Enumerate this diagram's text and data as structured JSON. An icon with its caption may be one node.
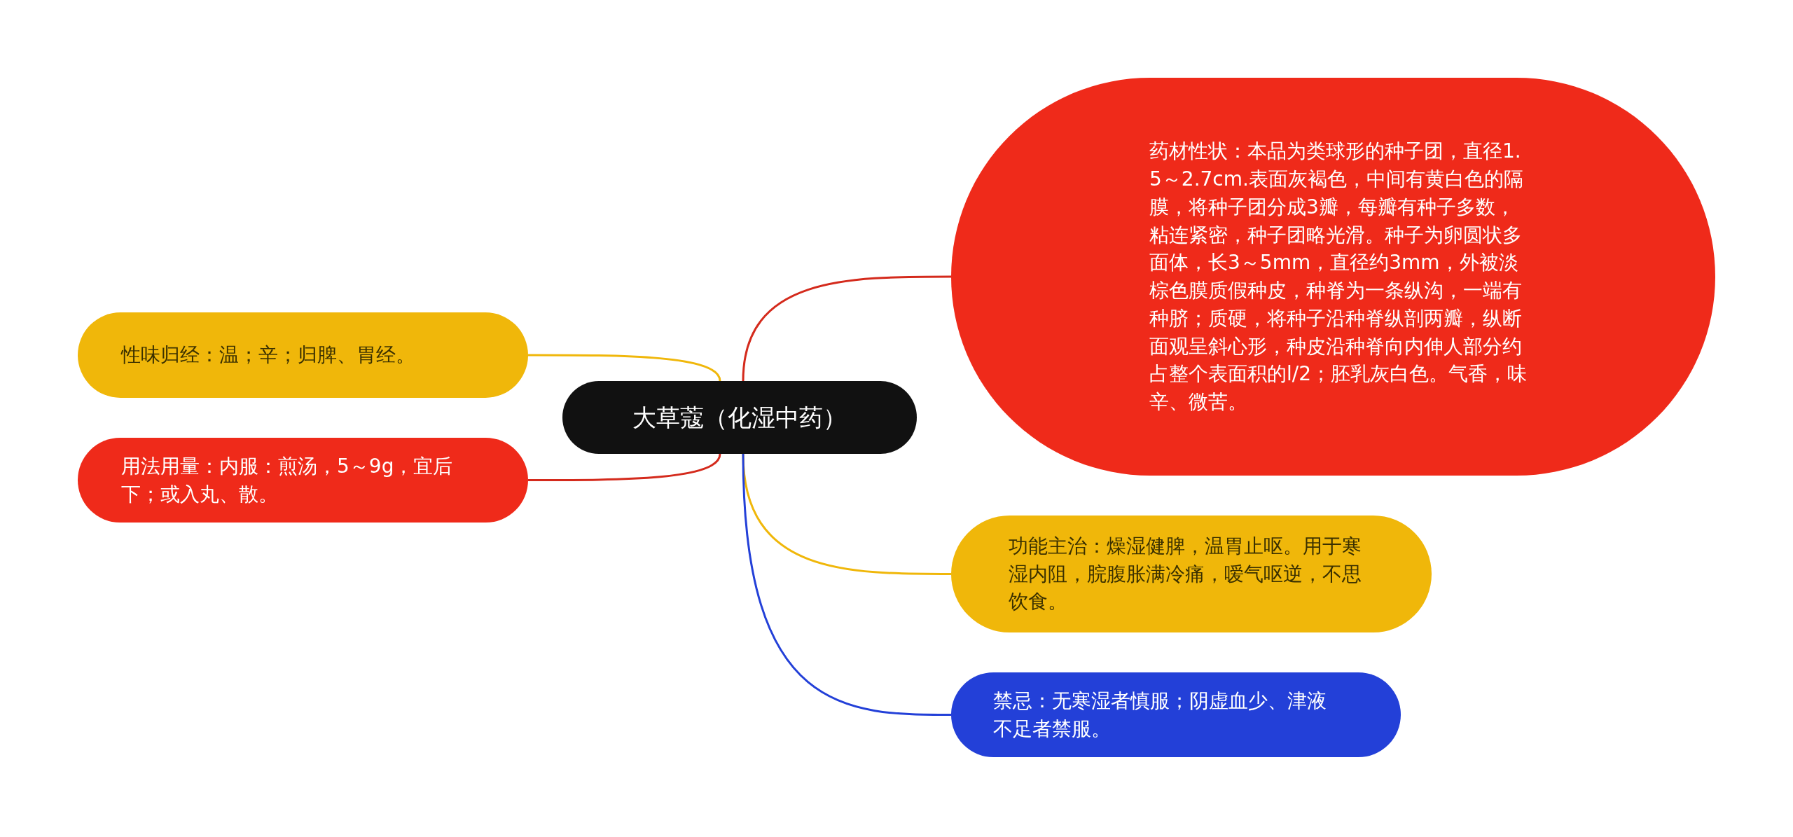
{
  "diagram": {
    "nodes": [
      {
        "text": [
          "大草蔻（化湿中药）"
        ]
      },
      {
        "text": [
          "药材性状：本品为类球形的种子团，直径1.5～2.7cm.表面灰褐色，中间有黄白色的隔膜，将种子团分成3瓣，每瓣有种子多数，粘连紧密，种子团略光滑。种子为卵圆状多面体，长3～5mm，直径约3mm，外被淡棕色膜质假种皮，种脊为一条纵沟，一端有种脐；质硬，将种子沿种脊纵剖两瓣，纵断面观呈斜心形，种皮沿种脊向内伸人部分约占整个表面积的l/2；胚乳灰白色。气香，味辛、微苦。"
        ]
      },
      {
        "text": [
          "性味归经：温；辛；归脾、胃经。"
        ]
      },
      {
        "text": [
          "用法用量：内服：煎汤，5～9g，宜后下；或入丸、散。"
        ]
      },
      {
        "text": [
          "功能主治：燥湿健脾，温胃止呕。用于寒湿内阻，脘腹胀满冷痛，嗳气呕逆，不思饮食。"
        ]
      },
      {
        "text": [
          "禁忌：无寒湿者慎服；阴虚血少、津液不足者禁服。"
        ]
      }
    ],
    "edges": [
      {
        "from": 0,
        "to": 1,
        "arrow": "none",
        "color": "#d42a1c"
      },
      {
        "from": 0,
        "to": 2,
        "arrow": "none",
        "color": "#f0b70a"
      },
      {
        "from": 0,
        "to": 3,
        "arrow": "none",
        "color": "#d42a1c"
      },
      {
        "from": 0,
        "to": 4,
        "arrow": "none",
        "color": "#f0b70a"
      },
      {
        "from": 0,
        "to": 5,
        "arrow": "none",
        "color": "#2340d8"
      }
    ]
  }
}
